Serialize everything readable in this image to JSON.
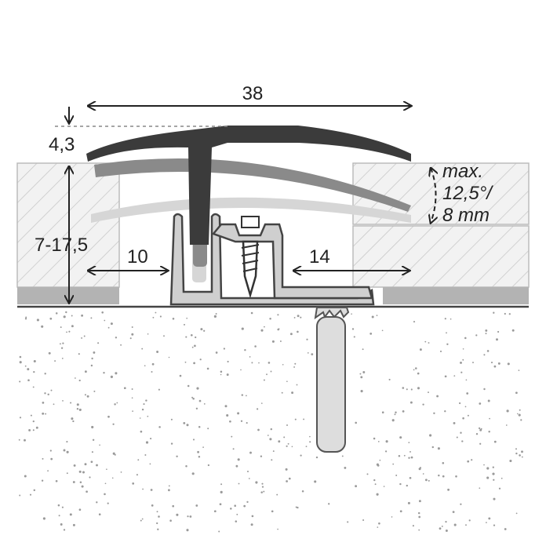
{
  "colors": {
    "concrete": "#e6e6e6",
    "concrete_dots": "#9a9a9a",
    "floor_panel": "#f2f2f2",
    "hatch": "#c4c4c4",
    "underlay": "#b3b3b3",
    "profile_dark": "#3b3b3b",
    "profile_mid": "#7c7c7c",
    "profile_light": "#cfcfcf",
    "screw": "#333333",
    "dowel": "#dddddd",
    "dim_line": "#222222"
  },
  "labels": {
    "width_total": "38",
    "height_top": "4,3",
    "height_range": "7-17,5",
    "left_insert": "10",
    "right_insert": "14",
    "angle_line1": "max.",
    "angle_line2": "12,5°/",
    "angle_line3": "8 mm"
  }
}
